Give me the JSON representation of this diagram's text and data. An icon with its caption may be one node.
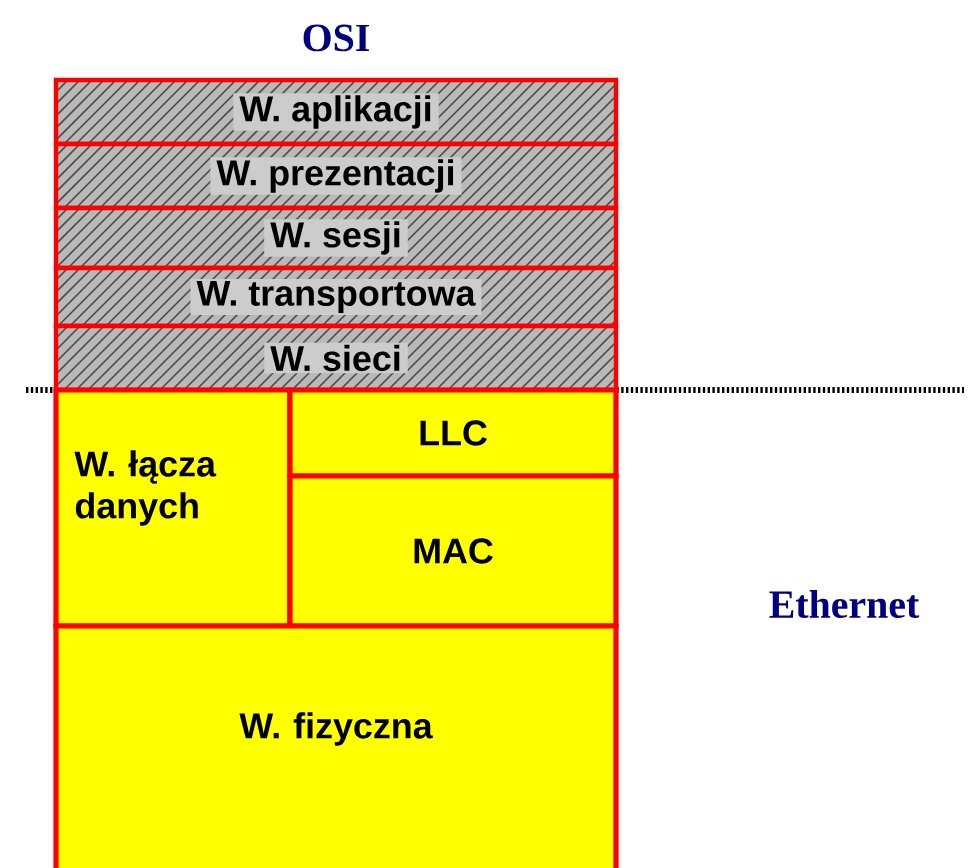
{
  "diagram": {
    "title": "OSI",
    "nodes": [
      {
        "text": [
          "W. aplikacji"
        ]
      },
      {
        "text": [
          "W. prezentacji"
        ]
      },
      {
        "text": [
          "W. sesji"
        ]
      },
      {
        "text": [
          "W. transportowa"
        ]
      },
      {
        "text": [
          "W. sieci"
        ]
      },
      {
        "text": [
          "W. łącza danych"
        ]
      },
      {
        "text": [
          "LLC"
        ]
      },
      {
        "text": [
          "MAC"
        ]
      },
      {
        "text": [
          "W. fizyczna"
        ]
      }
    ],
    "labels": [
      "Ethernet"
    ]
  }
}
